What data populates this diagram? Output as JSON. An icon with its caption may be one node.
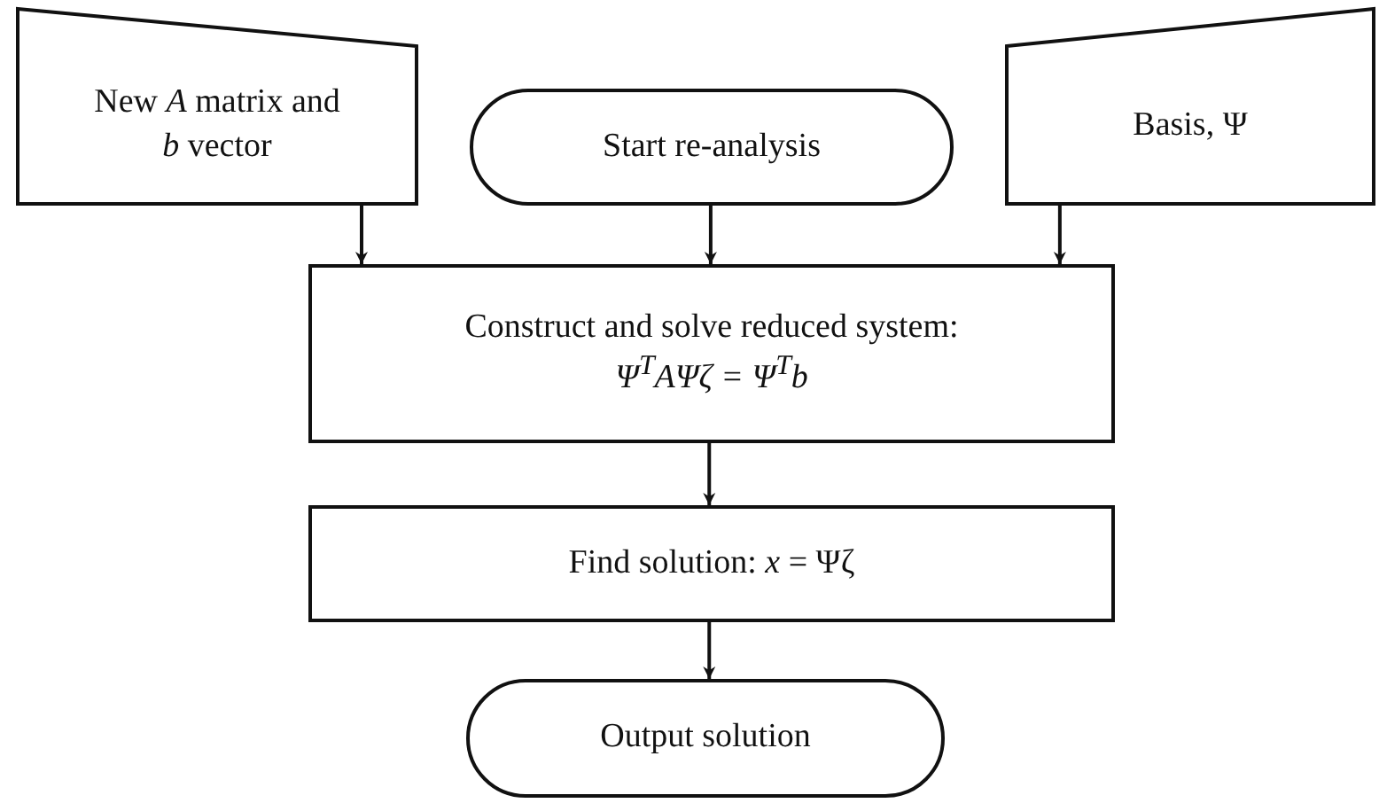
{
  "diagram": {
    "nodes": [
      {
        "text": [
          "New *A* matrix and *b* vector"
        ]
      },
      {
        "text": [
          "Start re-analysis"
        ]
      },
      {
        "text": [
          "Basis, Ψ"
        ]
      },
      {
        "text": [
          "Construct and solve reduced system:",
          "Ψ$^{T}$AΨζ = Ψ$^{T}$b"
        ]
      },
      {
        "text": [
          "Find solution: *x* = Ψζ"
        ]
      },
      {
        "text": [
          "Output solution"
        ]
      }
    ],
    "edges": [
      {
        "from": 0,
        "to": 3,
        "arrow": "to"
      },
      {
        "from": 1,
        "to": 3,
        "arrow": "to"
      },
      {
        "from": 2,
        "to": 3,
        "arrow": "to"
      },
      {
        "from": 3,
        "to": 4,
        "arrow": "to"
      },
      {
        "from": 4,
        "to": 5,
        "arrow": "to"
      }
    ]
  }
}
